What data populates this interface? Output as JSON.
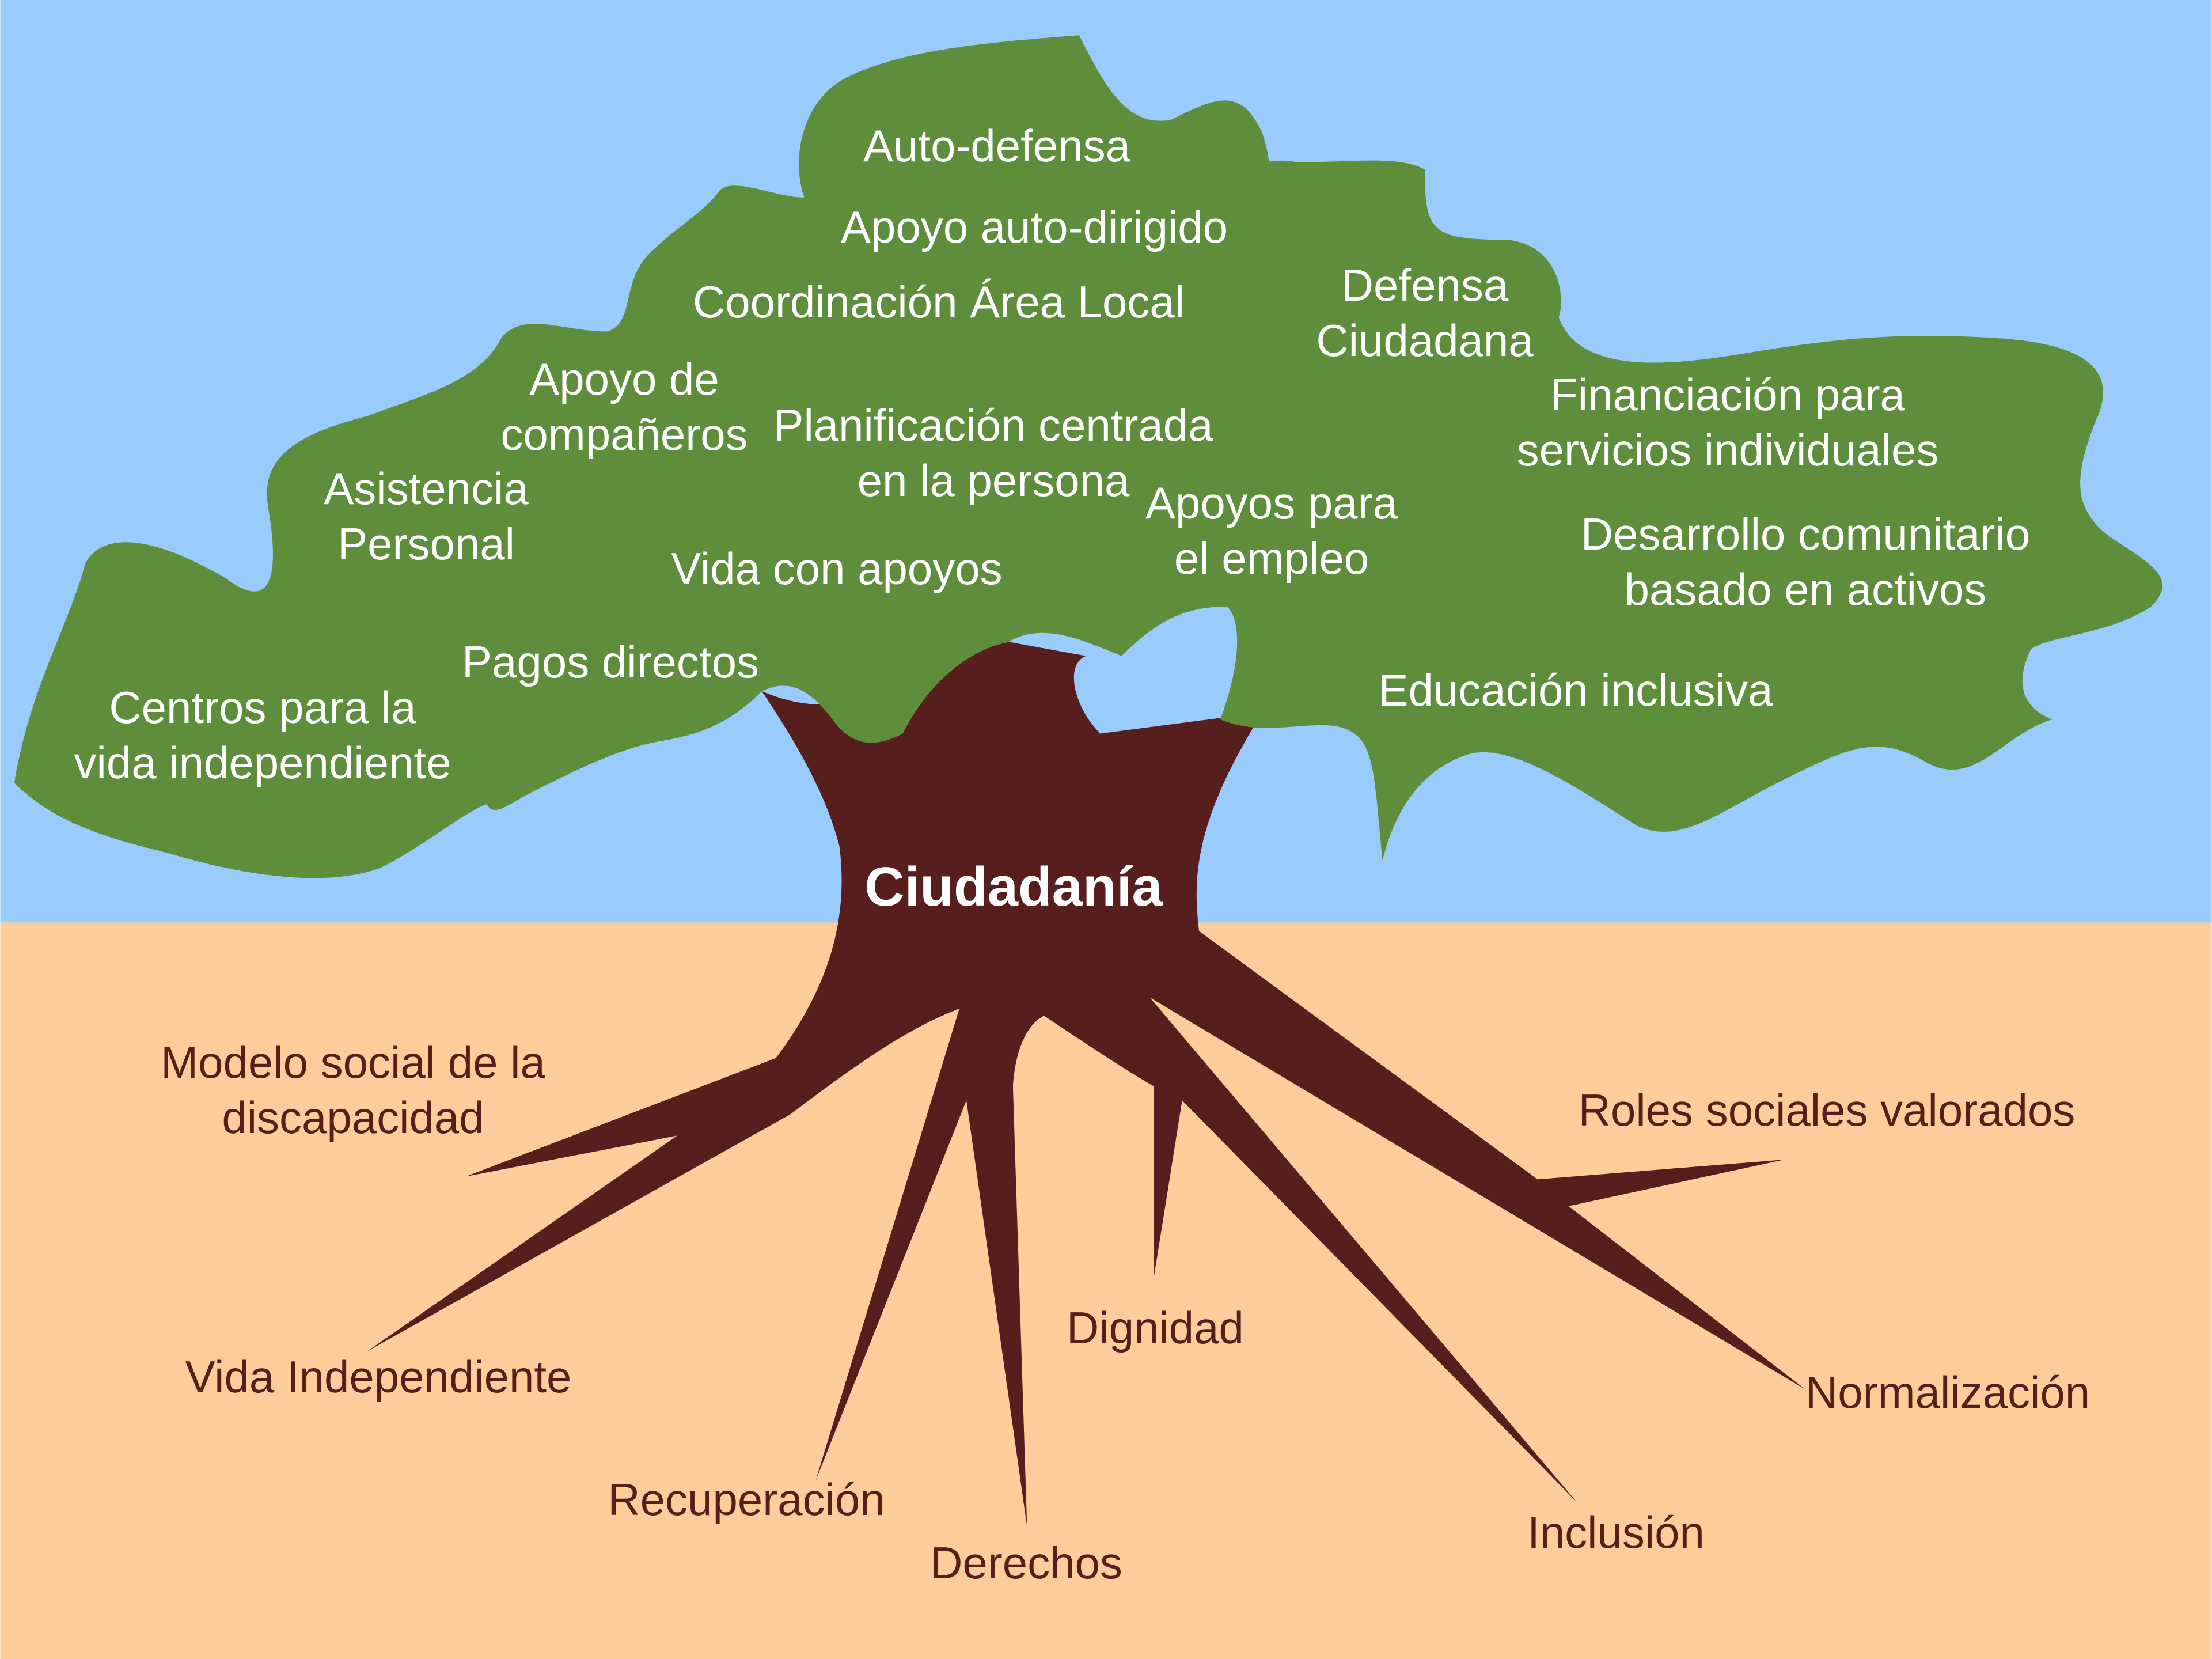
{
  "colors": {
    "sky": "#99cbfc",
    "ground": "#ffcc9b",
    "foliage": "#5e8d3c",
    "trunk": "#561f1d",
    "root_text": "#5a1e1a",
    "canopy_text": "#ffffff"
  },
  "trunk": {
    "title": "Ciudadanía"
  },
  "canopy": {
    "auto_defensa": "Auto-defensa",
    "apoyo_auto_dirigido": "Apoyo auto-dirigido",
    "coordinacion": "Coordinación Área Local",
    "defensa_ciudadana": [
      "Defensa",
      "Ciudadana"
    ],
    "apoyo_companeros": [
      "Apoyo de",
      "compañeros"
    ],
    "planificacion": [
      "Planificación centrada",
      "en la persona"
    ],
    "financiacion": [
      "Financiación para",
      "servicios individuales"
    ],
    "asistencia_personal": [
      "Asistencia",
      "Personal"
    ],
    "apoyos_empleo": [
      "Apoyos para",
      "el empleo"
    ],
    "desarrollo_comunitario": [
      "Desarrollo comunitario",
      "basado en activos"
    ],
    "vida_con_apoyos": "Vida con apoyos",
    "pagos_directos": "Pagos directos",
    "centros_vida": [
      "Centros para la",
      "vida independiente"
    ],
    "educacion_inclusiva": "Educación inclusiva"
  },
  "roots": {
    "modelo_social": [
      "Modelo social de la",
      "discapacidad"
    ],
    "roles_sociales": "Roles sociales valorados",
    "dignidad": "Dignidad",
    "vida_independiente": "Vida Independiente",
    "normalizacion": "Normalización",
    "recuperacion": "Recuperación",
    "inclusion": "Inclusión",
    "derechos": "Derechos"
  }
}
